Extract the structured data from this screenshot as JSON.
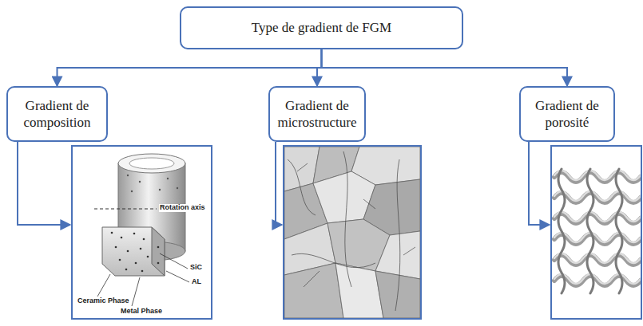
{
  "diagram": {
    "nodes": [
      {
        "text": [
          "Type de gradient de FGM"
        ]
      },
      {
        "text": [
          "Gradient de composition"
        ]
      },
      {
        "text": [
          "Gradient de microstructure"
        ]
      },
      {
        "text": [
          "Gradient de porosité"
        ]
      }
    ],
    "edges": [
      {
        "from": 0,
        "to": 1,
        "arrow": "to"
      },
      {
        "from": 0,
        "to": 2,
        "arrow": "to"
      },
      {
        "from": 0,
        "to": 3,
        "arrow": "to"
      }
    ],
    "labels": [
      "Rotation axis",
      "SiC",
      "AL",
      "Ceramic Phase",
      "Metal Phase"
    ]
  }
}
